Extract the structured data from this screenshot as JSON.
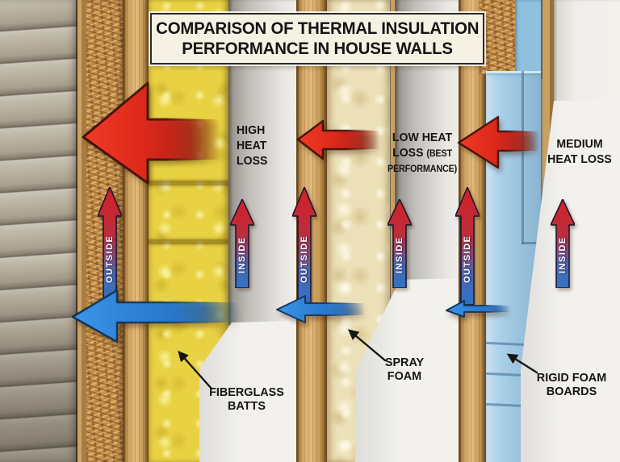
{
  "title": {
    "line1": "COMPARISON OF THERMAL INSULATION",
    "line2": "PERFORMANCE IN HOUSE WALLS"
  },
  "walls": [
    {
      "id": "fiberglass-batts-wall",
      "heat_loss": {
        "line1": "HIGH",
        "line2": "HEAT",
        "line3": "LOSS"
      },
      "outside": "OUTSIDE",
      "inside": "INSIDE",
      "material_label": {
        "line1": "FIBERGLASS",
        "line2": "BATTS"
      }
    },
    {
      "id": "spray-foam-wall",
      "heat_loss": {
        "line1": "LOW HEAT",
        "line2": "LOSS",
        "line2_note": "(BEST",
        "line3_note": "PERFORMANCE)"
      },
      "outside": "OUTSIDE",
      "inside": "INSIDE",
      "material_label": {
        "line1": "SPRAY",
        "line2": "FOAM"
      }
    },
    {
      "id": "rigid-foam-wall",
      "heat_loss": {
        "line1": "MEDIUM",
        "line2": "HEAT LOSS"
      },
      "outside": "OUTSIDE",
      "inside": "INSIDE",
      "material_label": {
        "line1": "RIGID FOAM",
        "line2": "BOARDS"
      }
    }
  ],
  "colors": {
    "heat_arrow_red": "#e02b1c",
    "cold_arrow_blue": "#2e82d6",
    "direction_arrow_top_red": "#d02127",
    "direction_arrow_bottom_blue": "#2f74c8",
    "fiberglass_yellow": "#e8d243",
    "spray_foam_cream": "#ece0b8",
    "rigid_foam_blue": "#a8cfe8",
    "siding_beige": "#b2a999",
    "osb_tan": "#c08a45",
    "stud_wood": "#d9ae6e",
    "drywall_white": "#f0eeea",
    "title_bg": "#f5f2e3"
  }
}
